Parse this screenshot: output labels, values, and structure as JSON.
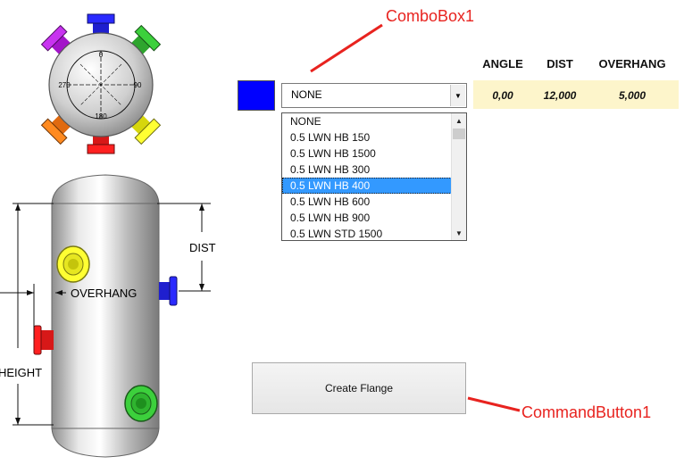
{
  "annotations": {
    "combo": "ComboBox1",
    "button": "CommandButton1"
  },
  "top_view_labels": {
    "deg0": "0",
    "deg90": "90",
    "deg180": "180",
    "deg270": "270"
  },
  "side_view_labels": {
    "dist": "DIST",
    "overhang": "OVERHANG",
    "height": "HEIGHT"
  },
  "table": {
    "headers": [
      "ANGLE",
      "DIST",
      "OVERHANG"
    ],
    "values": [
      "0,00",
      "12,000",
      "5,000"
    ]
  },
  "colors": {
    "swatch": "#0000ff",
    "accent_annotation": "#e8231f",
    "selection": "#3399ff",
    "row_fill": "#fdf5cb"
  },
  "combobox": {
    "value": "NONE",
    "options": [
      "NONE",
      "0.5 LWN HB 150",
      "0.5 LWN HB 1500",
      "0.5 LWN HB 300",
      "0.5 LWN HB 400",
      "0.5 LWN HB 600",
      "0.5 LWN HB 900",
      "0.5 LWN STD 1500"
    ],
    "selected_option": "0.5 LWN HB 400"
  },
  "command_button": {
    "label": "Create Flange"
  }
}
